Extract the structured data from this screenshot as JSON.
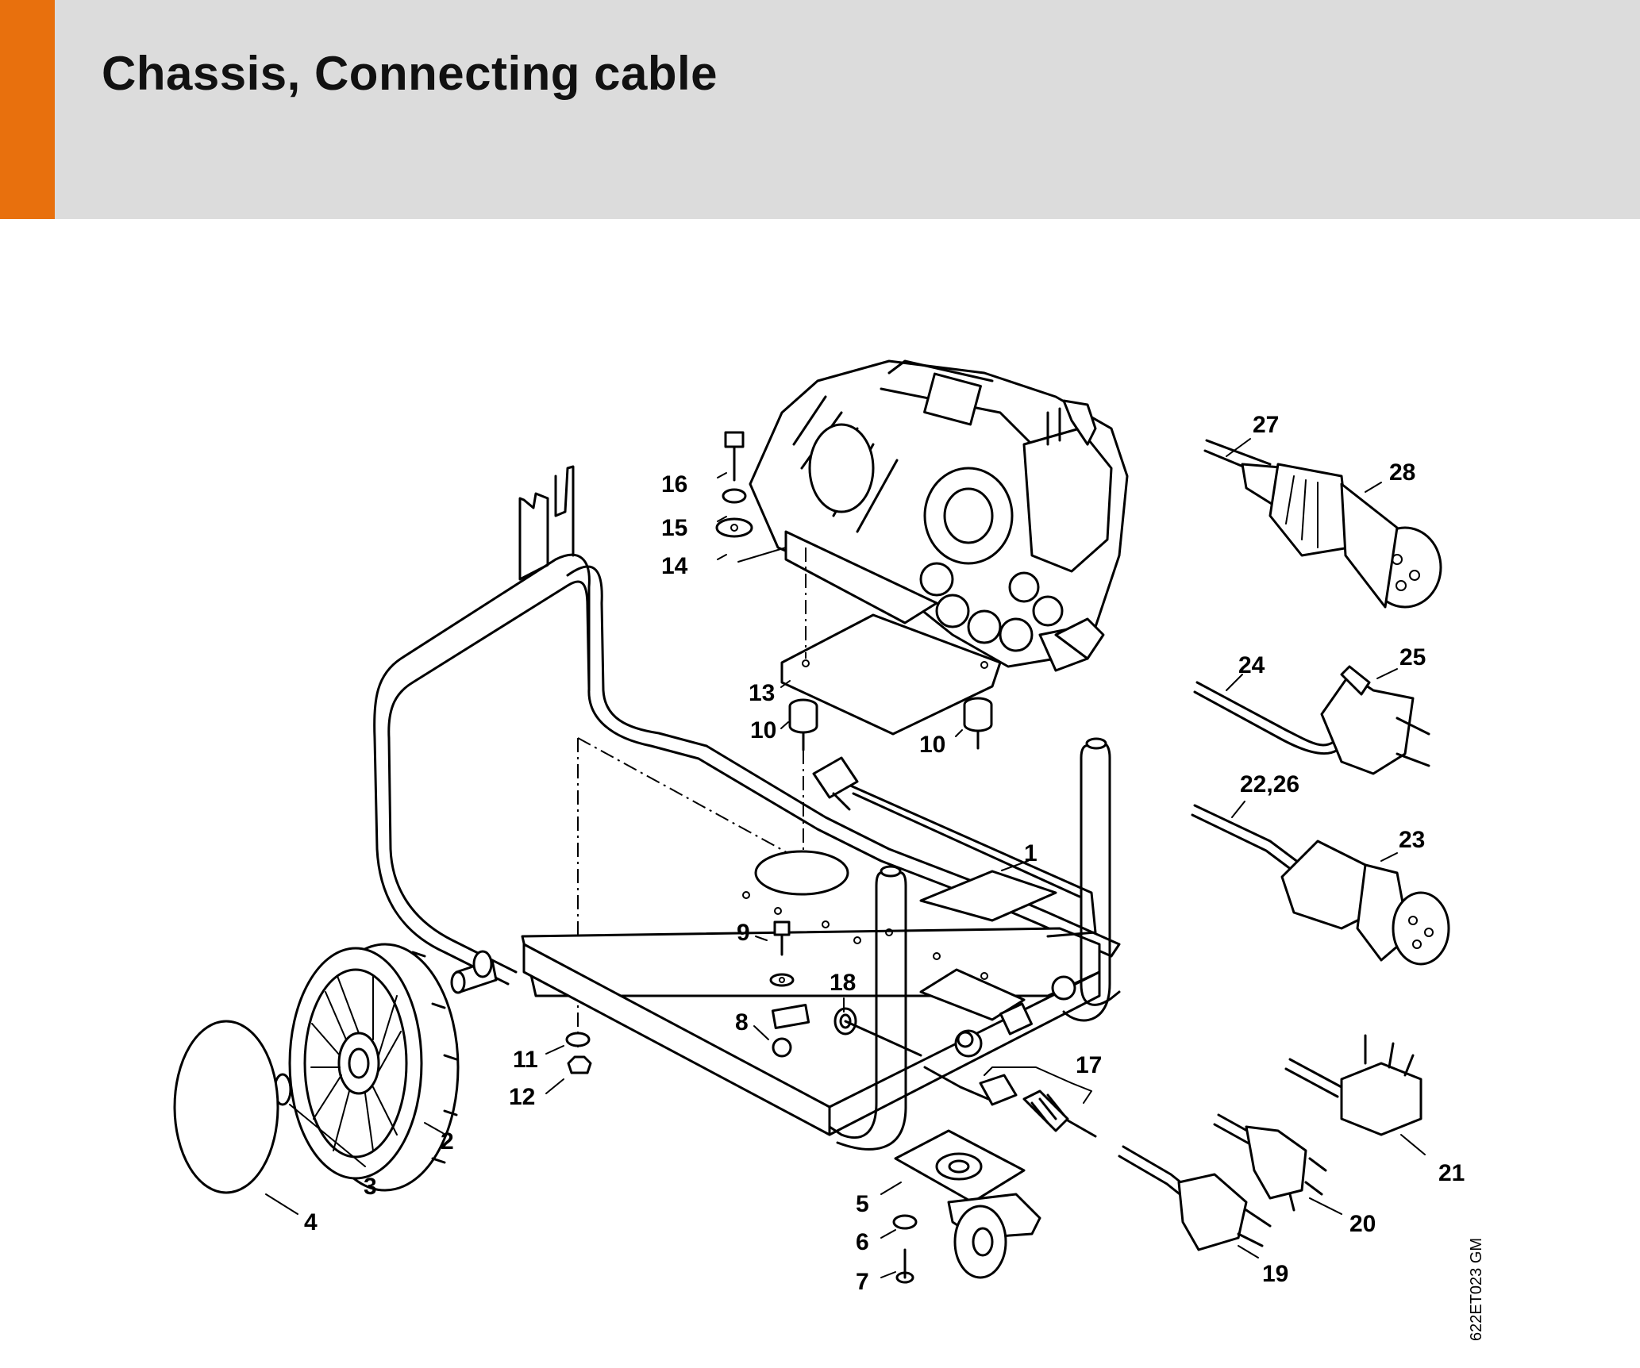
{
  "header": {
    "title": "Chassis, Connecting cable",
    "accent_color": "#e8700d",
    "background_color": "#dcdcdc"
  },
  "diagram": {
    "drawing_code": "622ET023 GM",
    "callouts": [
      "1",
      "2",
      "3",
      "4",
      "5",
      "6",
      "7",
      "8",
      "9",
      "10",
      "10",
      "11",
      "12",
      "13",
      "14",
      "15",
      "16",
      "17",
      "18",
      "19",
      "20",
      "21",
      "22,26",
      "23",
      "24",
      "25",
      "27",
      "28"
    ]
  }
}
